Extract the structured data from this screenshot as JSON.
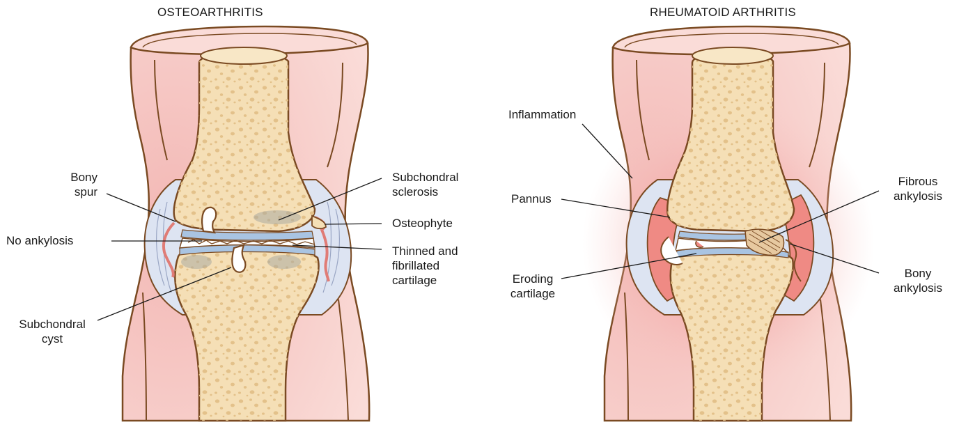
{
  "panels": {
    "osteo": {
      "title": "OSTEOARTHRITIS",
      "labels": {
        "bony_spur_1": "Bony",
        "bony_spur_2": "spur",
        "no_ankylosis": "No ankylosis",
        "subchondral_cyst_1": "Subchondral",
        "subchondral_cyst_2": "cyst",
        "subchondral_sclerosis_1": "Subchondral",
        "subchondral_sclerosis_2": "sclerosis",
        "osteophyte": "Osteophyte",
        "thinned_1": "Thinned and",
        "thinned_2": "fibrillated",
        "thinned_3": "cartilage"
      }
    },
    "rheum": {
      "title": "RHEUMATOID ARTHRITIS",
      "labels": {
        "inflammation": "Inflammation",
        "pannus": "Pannus",
        "eroding_1": "Eroding",
        "eroding_2": "cartilage",
        "fibrous_1": "Fibrous",
        "fibrous_2": "ankylosis",
        "bony_ank_1": "Bony",
        "bony_ank_2": "ankylosis"
      }
    }
  },
  "colors": {
    "outline": "#7a4a22",
    "skin": "#f6c9c6",
    "skin_light": "#fbe3e0",
    "bone": "#f5dfb6",
    "pore": "#e6c690",
    "capsule": "#dde4f2",
    "cartilage": "#a9c4e2",
    "inflamed": "#ef8a84",
    "sclerosis": "#a9a9a0"
  }
}
